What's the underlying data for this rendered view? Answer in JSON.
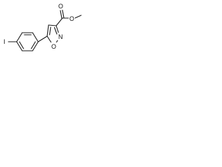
{
  "molecule": {
    "atom_labels": {
      "iodine": "I",
      "ring_oxygen": "O",
      "ring_nitrogen": "N",
      "carbonyl_oxygen": "O",
      "ester_oxygen": "O"
    },
    "bond_color": "#1a1a1a",
    "label_color": "#111111",
    "background": "#ffffff"
  }
}
